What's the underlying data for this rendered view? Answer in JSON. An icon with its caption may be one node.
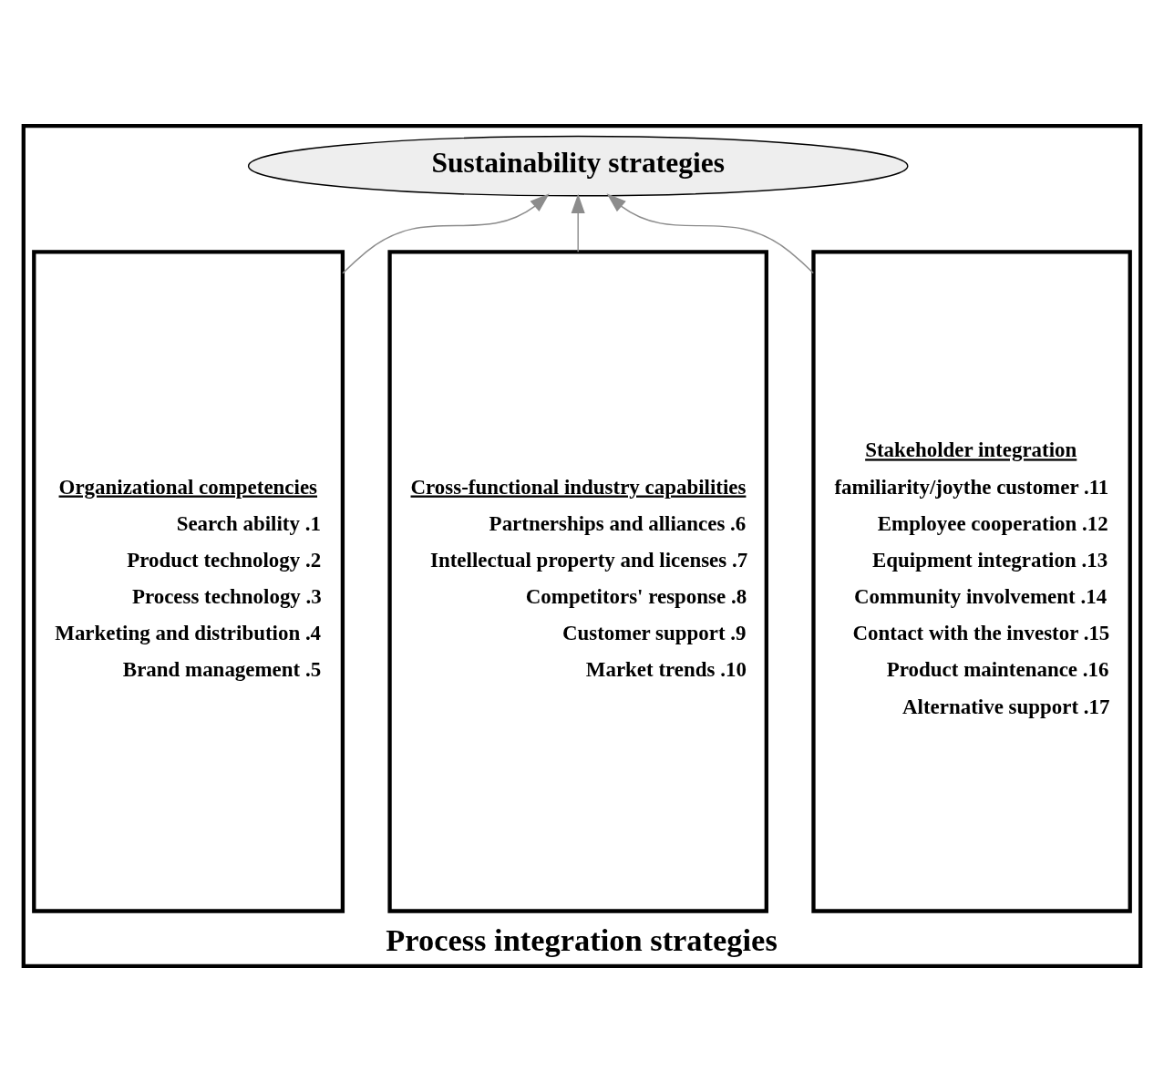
{
  "diagram": {
    "nodes": [
      {
        "text": [
          "Process integration strategies"
        ]
      },
      {
        "text": [
          "Sustainability strategies"
        ],
        "in": 0
      },
      {
        "text": [
          "Organizational competencies",
          "Search ability .1",
          "Product technology .2",
          "Process technology .3",
          "Marketing and distribution .4",
          "Brand management .5"
        ],
        "in": 0
      },
      {
        "text": [
          "Cross-functional industry capabilities",
          "Partnerships and alliances .6",
          "Intellectual property and licenses .7",
          "Competitors' response .8",
          "Customer support .9",
          "Market trends .10"
        ],
        "in": 0
      },
      {
        "text": [
          "Stakeholder integration",
          "familiarity/joythe customer .11",
          "Employee cooperation .12",
          "Equipment integration .13",
          "Community involvement .14",
          "Contact with the investor .15",
          "Product maintenance .16",
          "Alternative support .17"
        ],
        "in": 0
      }
    ],
    "edges": [
      {
        "from": 2,
        "to": 1,
        "arrow": "to"
      },
      {
        "from": 3,
        "to": 1,
        "arrow": "to"
      },
      {
        "from": 4,
        "to": 1,
        "arrow": "to"
      }
    ]
  }
}
